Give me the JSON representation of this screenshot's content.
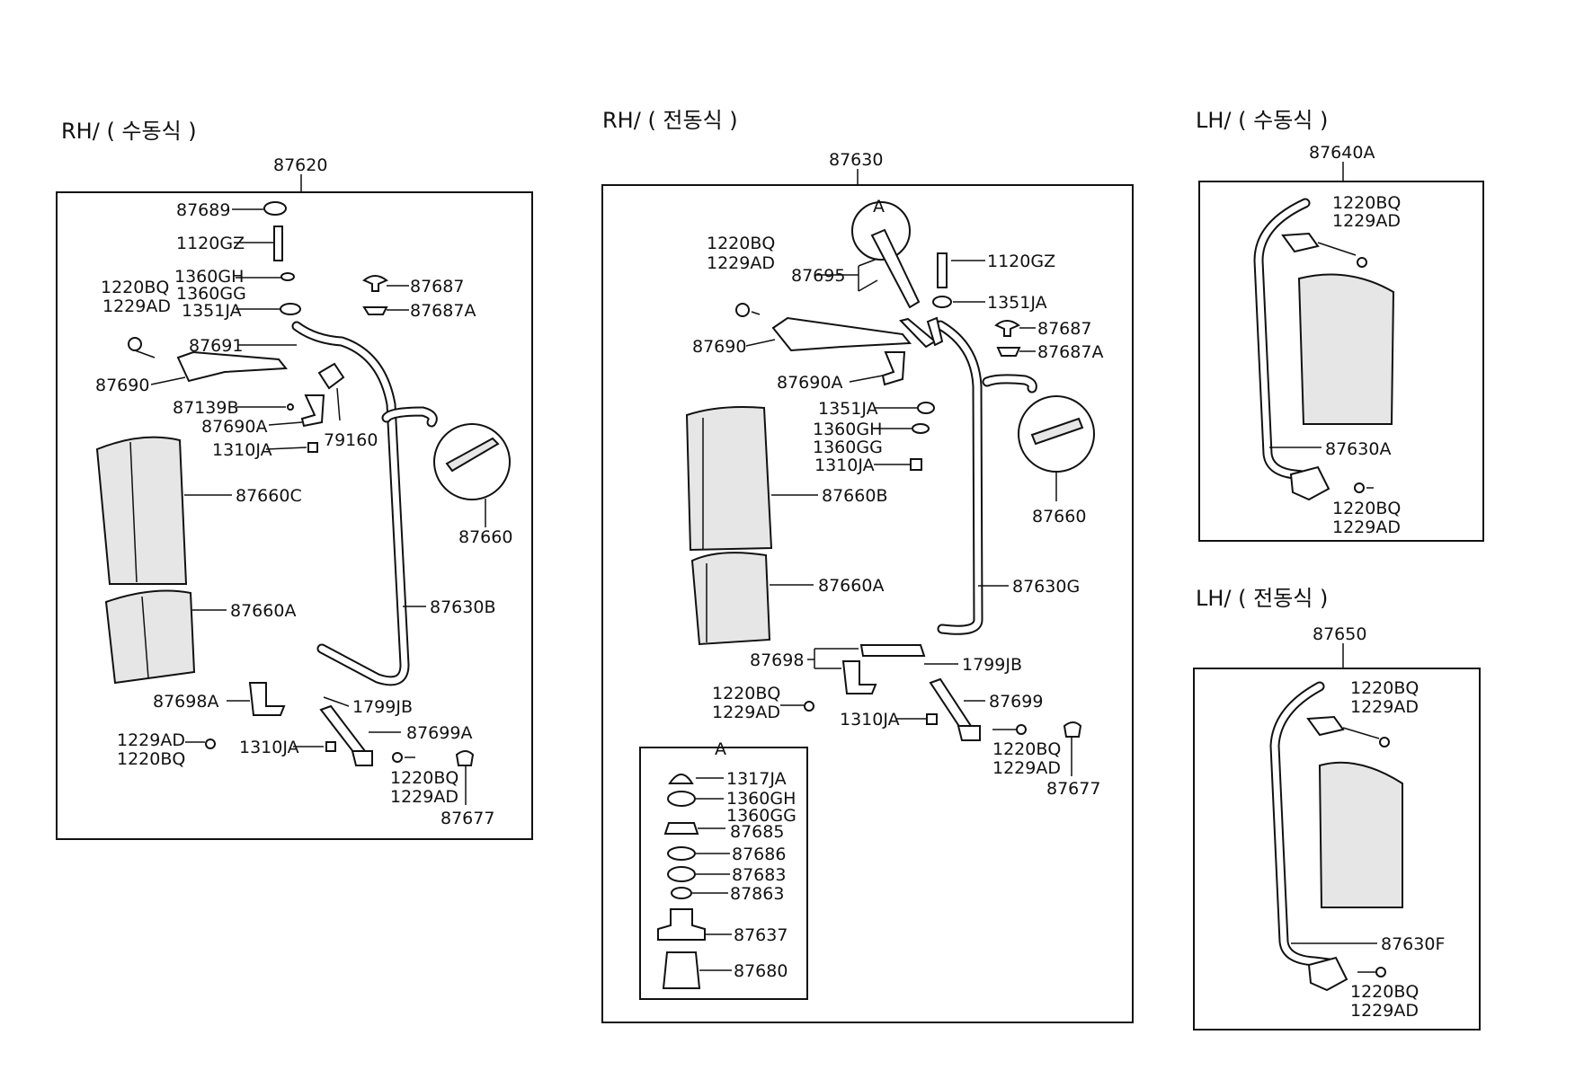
{
  "sections": {
    "rh_manual": {
      "title": "RH/ ( 수동식 )",
      "assembly": "87620",
      "labels": {
        "l_87689": "87689",
        "l_1120GZ": "1120GZ",
        "l_1360GH": "1360GH",
        "l_1360GG": "1360GG",
        "l_1351JA": "1351JA",
        "l_87687": "87687",
        "l_87687A": "87687A",
        "l_1220BQ_a": "1220BQ",
        "l_1229AD_a": "1229AD",
        "l_87691": "87691",
        "l_87690": "87690",
        "l_87139B": "87139B",
        "l_87690A": "87690A",
        "l_79160": "79160",
        "l_1310JA": "1310JA",
        "l_87660C": "87660C",
        "l_87660": "87660",
        "l_87660A": "87660A",
        "l_87630B": "87630B",
        "l_87698A": "87698A",
        "l_1799JB": "1799JB",
        "l_1229AD_b": "1229AD",
        "l_1220BQ_b": "1220BQ",
        "l_1310JA_b": "1310JA",
        "l_87699A": "87699A",
        "l_1220BQ_c": "1220BQ",
        "l_1229AD_c": "1229AD",
        "l_87677": "87677"
      }
    },
    "rh_power": {
      "title": "RH/ ( 전동식 )",
      "assembly": "87630",
      "detail_marker": "A",
      "labels": {
        "l_1220BQ_a": "1220BQ",
        "l_1229AD_a": "1229AD",
        "l_87695": "87695",
        "l_1120GZ": "1120GZ",
        "l_1351JA_a": "1351JA",
        "l_87687": "87687",
        "l_87687A": "87687A",
        "l_87690": "87690",
        "l_87690A": "87690A",
        "l_1351JA_b": "1351JA",
        "l_1360GH": "1360GH",
        "l_1360GG": "1360GG",
        "l_1310JA": "1310JA",
        "l_87660B": "87660B",
        "l_87660": "87660",
        "l_87660A": "87660A",
        "l_87630G": "87630G",
        "l_87698": "87698",
        "l_1799JB": "1799JB",
        "l_1220BQ_b": "1220BQ",
        "l_1229AD_b": "1229AD",
        "l_87699": "87699",
        "l_1310JA_b": "1310JA",
        "l_1220BQ_c": "1220BQ",
        "l_1229AD_c": "1229AD",
        "l_87677": "87677"
      },
      "detail": {
        "title": "A",
        "items": [
          "1317JA",
          "1360GH",
          "1360GG",
          "87685",
          "87686",
          "87683",
          "87863",
          "87637",
          "87680"
        ]
      }
    },
    "lh_manual": {
      "title": "LH/ ( 수동식 )",
      "assembly": "87640A",
      "labels": {
        "l_1220BQ_a": "1220BQ",
        "l_1229AD_a": "1229AD",
        "l_87630A": "87630A",
        "l_1220BQ_b": "1220BQ",
        "l_1229AD_b": "1229AD"
      }
    },
    "lh_power": {
      "title": "LH/ ( 전동식 )",
      "assembly": "87650",
      "labels": {
        "l_1220BQ_a": "1220BQ",
        "l_1229AD_a": "1229AD",
        "l_87630F": "87630F",
        "l_1220BQ_b": "1220BQ",
        "l_1229AD_b": "1229AD"
      }
    }
  }
}
